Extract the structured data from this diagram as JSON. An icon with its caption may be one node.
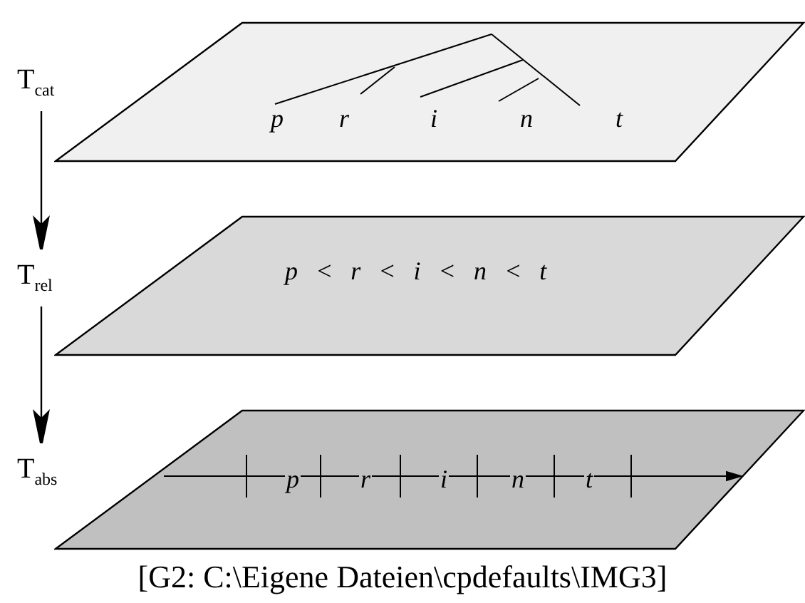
{
  "diagram": {
    "caption": "[G2: C:\\Eigene Dateien\\cpdefaults\\IMG3]",
    "nodes": [
      {
        "text": [
          "T$_{cat}$"
        ]
      },
      {
        "text": [
          "p",
          "r",
          "i",
          "n",
          "t"
        ]
      },
      {
        "text": [
          "T$_{rel}$"
        ]
      },
      {
        "text": [
          "p < r < i < n < t"
        ]
      },
      {
        "text": [
          "T$_{abs}$"
        ]
      },
      {
        "text": [
          "p",
          "r",
          "i",
          "n",
          "t"
        ]
      }
    ],
    "edges": [
      {
        "from": 0,
        "to": 2,
        "arrow": "to"
      },
      {
        "from": 2,
        "to": 4,
        "arrow": "to"
      }
    ]
  }
}
